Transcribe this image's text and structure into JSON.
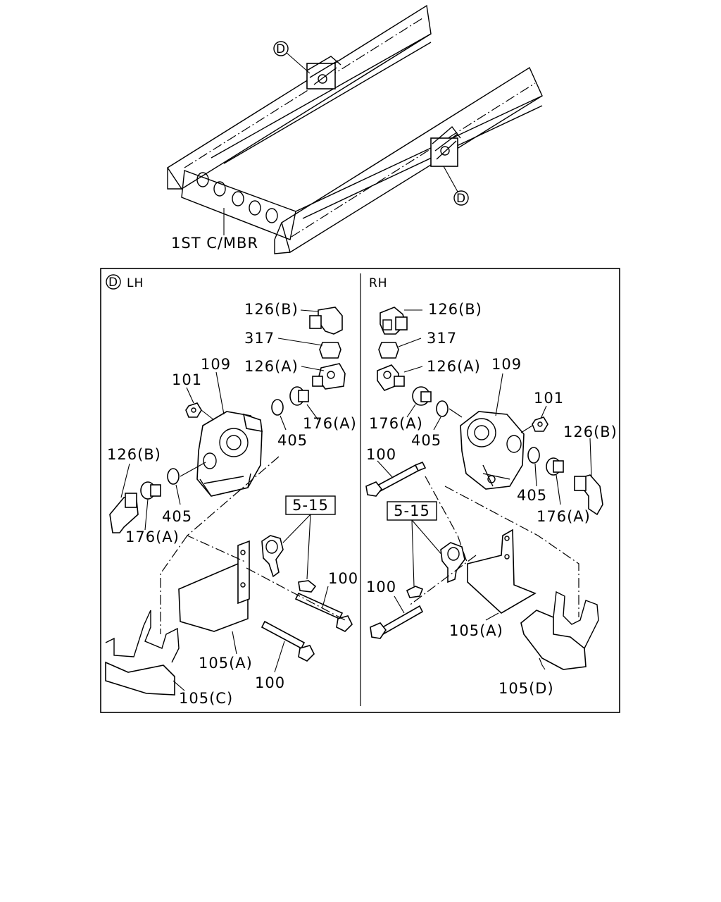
{
  "frame": {
    "callout_letter": "D",
    "member_label": "1ST C/MBR"
  },
  "panel_lh": {
    "callout_letter": "D",
    "title": "LH",
    "labels": {
      "l126b_top": "126(B)",
      "l317": "317",
      "l126a": "126(A)",
      "l109": "109",
      "l101": "101",
      "l176a_right": "176(A)",
      "l405_right": "405",
      "l126b_left": "126(B)",
      "l176a_left": "176(A)",
      "l405_left": "405",
      "l5_15": "5-15",
      "l100_right": "100",
      "l105a": "105(A)",
      "l100_bottom": "100",
      "l105c": "105(C)"
    }
  },
  "panel_rh": {
    "title": "RH",
    "labels": {
      "l126b_top": "126(B)",
      "l317": "317",
      "l126a": "126(A)",
      "l109": "109",
      "l101": "101",
      "l126b_right": "126(B)",
      "l176a_left": "176(A)",
      "l405_mid": "405",
      "l100_top": "100",
      "l405_right": "405",
      "l176a_right": "176(A)",
      "l5_15": "5-15",
      "l100_left": "100",
      "l105a": "105(A)",
      "l105d": "105(D)"
    }
  }
}
